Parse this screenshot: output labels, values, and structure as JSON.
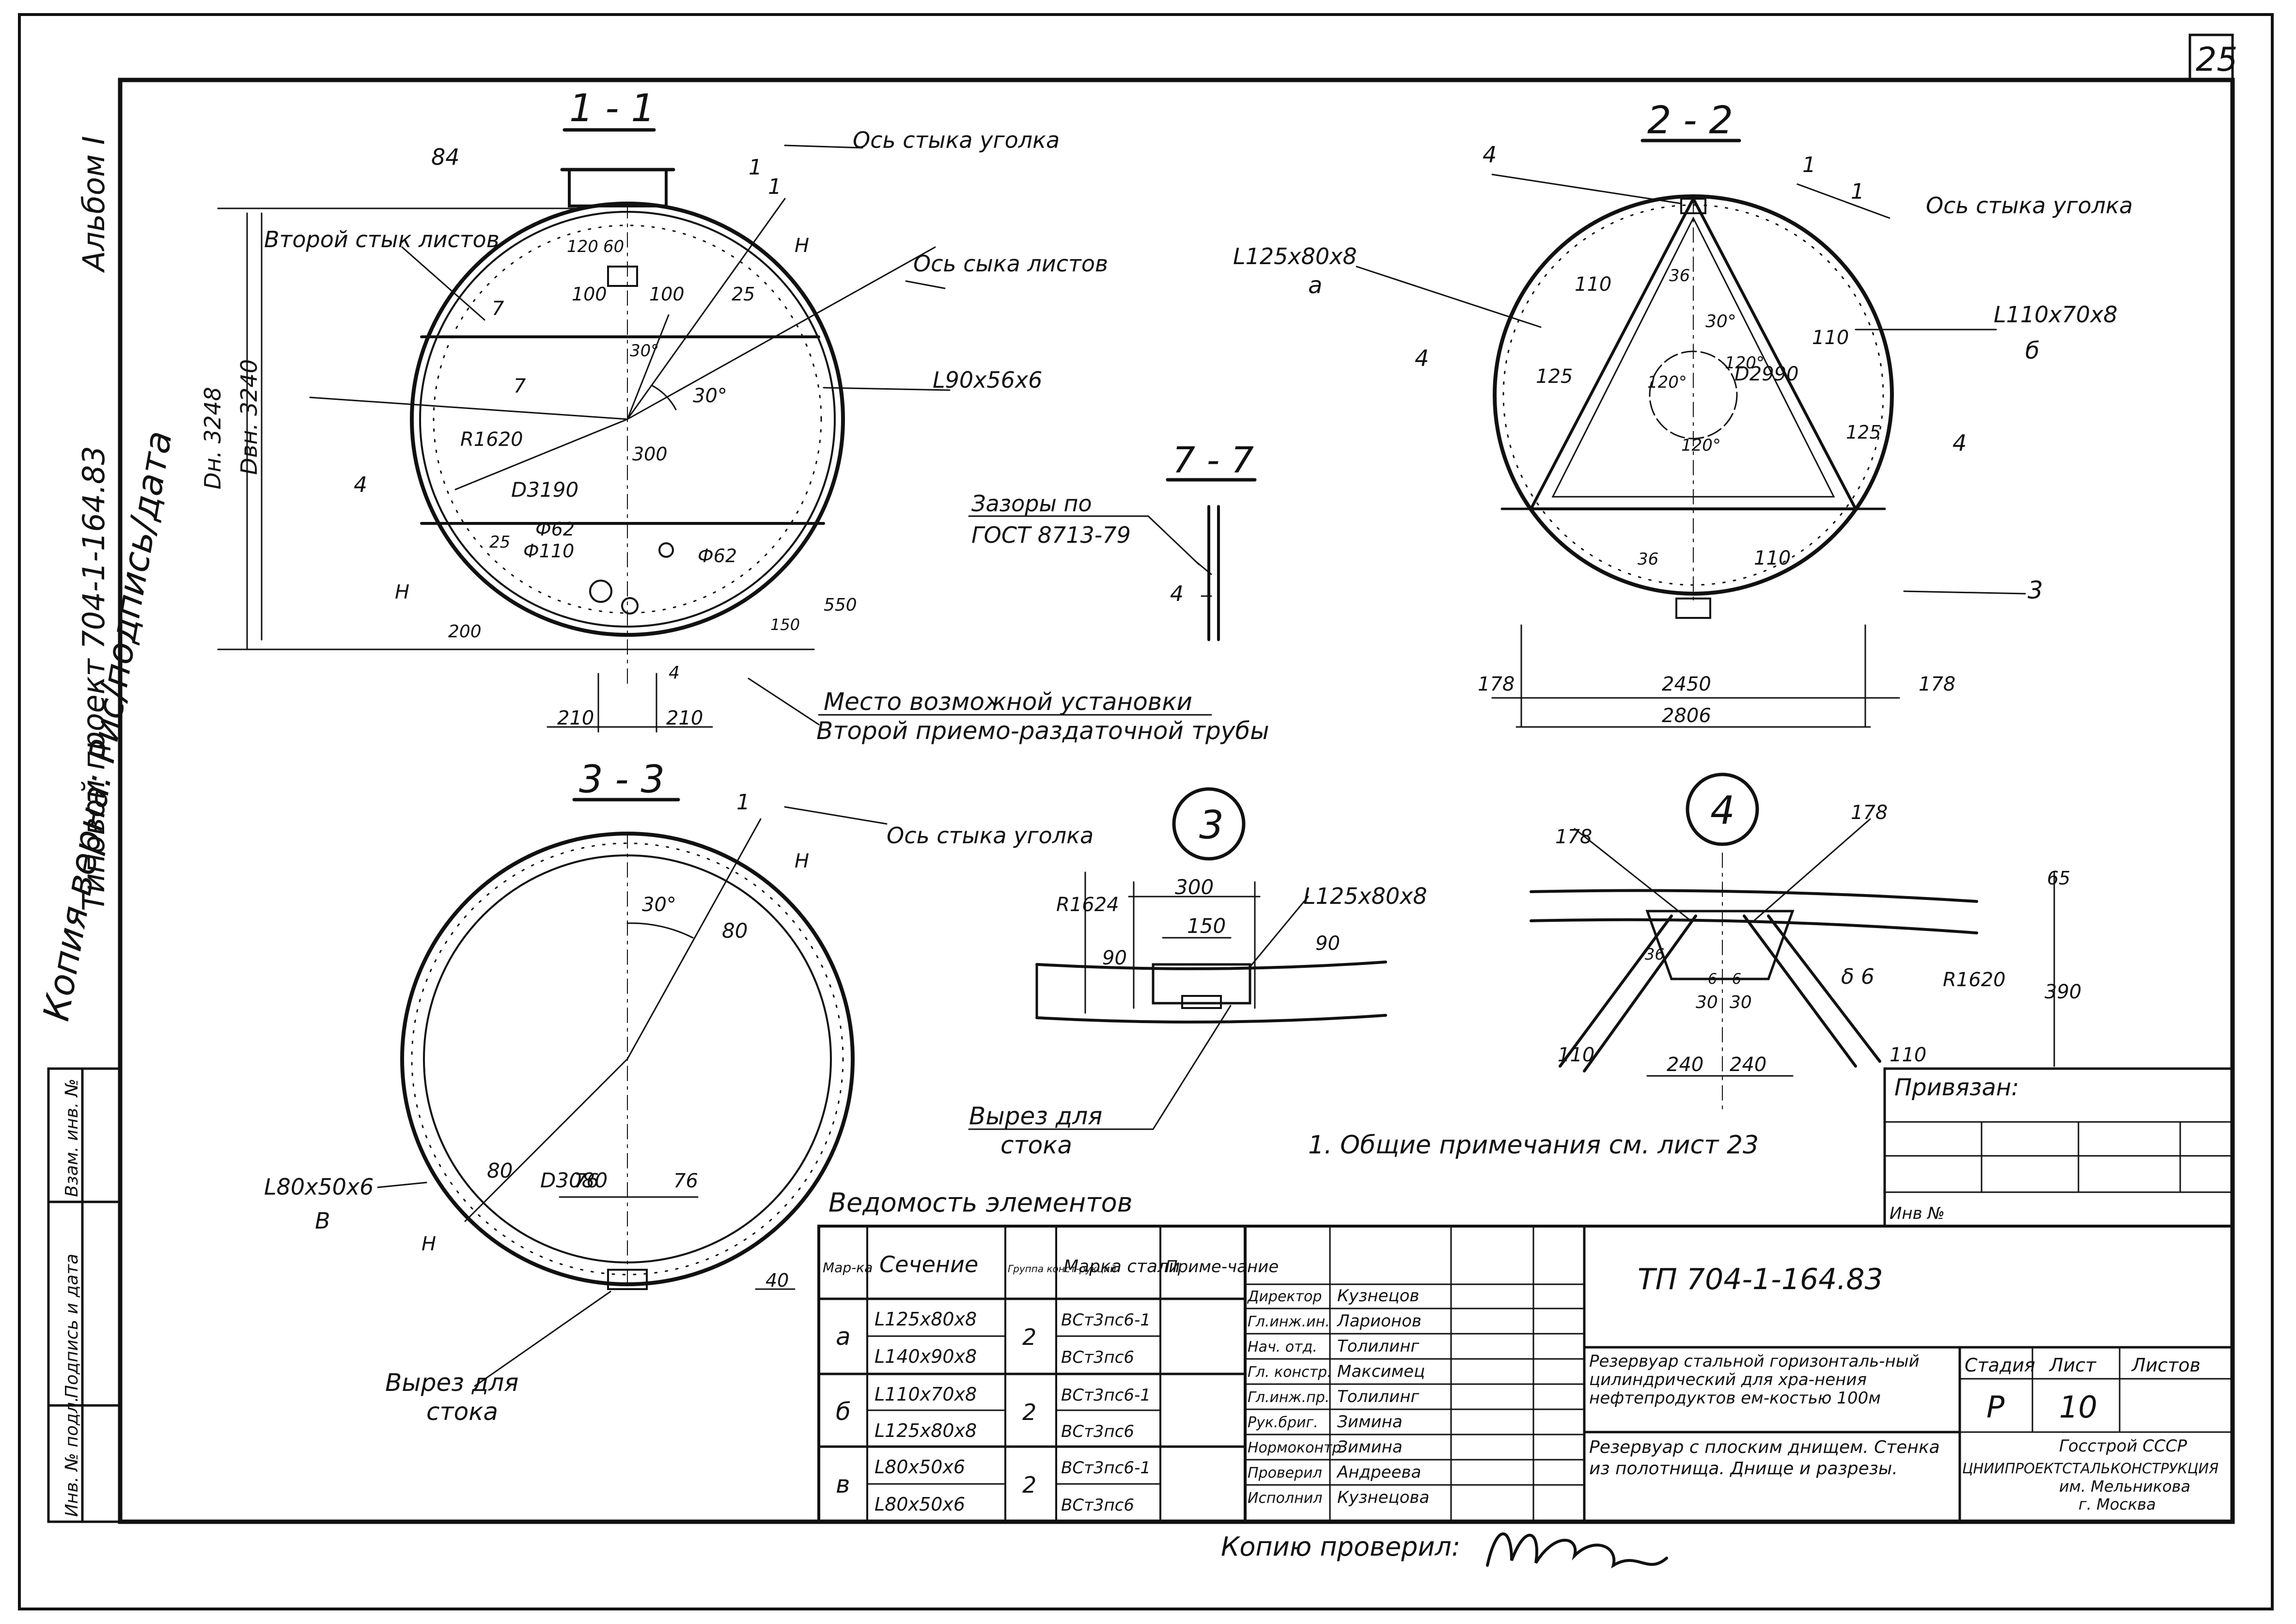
{
  "sheet_number": "25",
  "side_stamp": {
    "copy_line": "Копия верна: Рис/подпись/дата",
    "project_line": "Типовой проект 704-1-164.83",
    "album": "Альбом I"
  },
  "left_strip": {
    "inv_original": "Инв. № подл.",
    "sign_date": "Подпись и дата",
    "replace_inv": "Взам. инв. №"
  },
  "section_1_1": {
    "title": "1 - 1",
    "labels": {
      "second_seam": "Второй стык листов",
      "angle_axis": "Ось стыка уголка",
      "sheet_axis": "Ось сыка листов",
      "profile": "L90x56x6",
      "radius": "R1620",
      "diameter": "D3190",
      "outer_d": "Dн. 3248",
      "inner_d": "Dвн. 3240",
      "phi62a": "Ф62",
      "phi62b": "Ф62",
      "phi110": "Ф110",
      "dim84": "84",
      "dim120": "120",
      "dim60": "60",
      "dim100a": "100",
      "dim100b": "100",
      "dim25a": "25",
      "dim25b": "25",
      "dim300": "300",
      "dim200": "200",
      "dim550": "550",
      "dim150": "150",
      "dim210a": "210",
      "dim210b": "210",
      "ang30a": "30°",
      "ang30b": "30°",
      "mark1a": "1",
      "mark1b": "1",
      "mark4a": "4",
      "mark4b": "4",
      "markHa": "H",
      "markHb": "H",
      "mark7a": "7",
      "mark7b": "7",
      "place_1": "Место возможной установки",
      "place_2": "Второй приемо-раздаточной трубы"
    }
  },
  "section_2_2": {
    "title": "2 - 2",
    "labels": {
      "angle_a": "L125x80x8",
      "mark_a": "a",
      "angle_b": "L110x70x8",
      "mark_b": "б",
      "angle_axis": "Ось стыка уголка",
      "diameter": "D2990",
      "dim110a": "110",
      "dim110b": "110",
      "dim110c": "110",
      "dim125a": "125",
      "dim125b": "125",
      "dim36a": "36",
      "dim36b": "36",
      "ang120a": "120°",
      "ang120b": "120°",
      "ang120c": "120°",
      "ang30": "30°",
      "dim178a": "178",
      "dim2450": "2450",
      "dim178b": "178",
      "dim2806": "2806",
      "mark4a": "4",
      "mark4b": "4",
      "mark4c": "4",
      "mark1a": "1",
      "mark1b": "1",
      "mark3": "3"
    }
  },
  "section_7_7": {
    "title": "7 - 7",
    "gap_1": "Зазоры по",
    "gap_2": "ГОСТ 8713-79",
    "mark4": "4"
  },
  "section_3_3": {
    "title": "3 - 3",
    "labels": {
      "angle_axis": "Ось стыка уголка",
      "diameter": "D3080",
      "ang30": "30°",
      "dim80a": "80",
      "dim80b": "80",
      "dim76a": "76",
      "dim76b": "76",
      "dim40": "40",
      "profile": "L80x50x6",
      "mark_v": "В",
      "cut_1": "Вырез для",
      "cut_2": "стока",
      "mark1": "1",
      "markHa": "H",
      "markHb": "H"
    }
  },
  "node_3": {
    "number": "3",
    "radius": "R1624",
    "profile": "L125x80x8",
    "dim300": "300",
    "dim150": "150",
    "dim90a": "90",
    "dim90b": "90",
    "cut_1": "Вырез для",
    "cut_2": "стока"
  },
  "node_4": {
    "number": "4",
    "dim178a": "178",
    "dim178b": "178",
    "dim65": "65",
    "radius": "R1620",
    "dim390": "390",
    "dim110a": "110",
    "dim110b": "110",
    "dim240a": "240",
    "dim240b": "240",
    "ang30a": "30",
    "ang30b": "30",
    "dim36": "36",
    "dim6a": "6",
    "dim6b": "6",
    "delta": "δ 6"
  },
  "note": "1. Общие примечания см. лист 23",
  "binding": {
    "title": "Привязан:",
    "inv": "Инв №"
  },
  "elements_table": {
    "title": "Ведомость элементов",
    "headers": [
      "Мар-ка",
      "Сечение",
      "Группа конст-рукций",
      "Марка стали",
      "Приме-чание"
    ],
    "rows": [
      {
        "mark": "а",
        "sections": [
          "L125x80x8",
          "L140x90x8"
        ],
        "group": "2",
        "steel": [
          "ВСт3пс6-1",
          "ВСт3пс6"
        ]
      },
      {
        "mark": "б",
        "sections": [
          "L110x70x8",
          "L125x80x8"
        ],
        "group": "2",
        "steel": [
          "ВСт3пс6-1",
          "ВСт3пс6"
        ]
      },
      {
        "mark": "в",
        "sections": [
          "L80x50x6",
          "L80x50x6"
        ],
        "group": "2",
        "steel": [
          "ВСт3пс6-1",
          "ВСт3пс6"
        ]
      }
    ]
  },
  "title_block": {
    "code": "ТП 704-1-164.83",
    "staff": [
      {
        "role": "Директор",
        "name": "Кузнецов"
      },
      {
        "role": "Гл.инж.ин.",
        "name": "Ларионов"
      },
      {
        "role": "Нач. отд.",
        "name": "Толилинг"
      },
      {
        "role": "Гл. констр.",
        "name": "Максимец"
      },
      {
        "role": "Гл.инж.пр.",
        "name": "Толилинг"
      },
      {
        "role": "Рук.бриг.",
        "name": "Зимина"
      },
      {
        "role": "Нормоконтр.",
        "name": "Зимина"
      },
      {
        "role": "Проверил",
        "name": "Андреева"
      },
      {
        "role": "Исполнил",
        "name": "Кузнецова"
      }
    ],
    "description_1": "Резервуар стальной горизонталь-ный цилиндрический для хра-нения нефтепродуктов ем-костью 100м",
    "description_2": "Резервуар с плоским днищем. Стенка из полотнища. Днище и разрезы.",
    "stage_label": "Стадия",
    "sheet_label": "Лист",
    "sheets_label": "Листов",
    "stage": "Р",
    "sheet": "10",
    "sheets": "",
    "org_1": "Госстрой СССР",
    "org_2": "ЦНИИПРОЕКТСТАЛЬКОНСТРУКЦИЯ",
    "org_3": "им. Мельникова",
    "org_4": "г. Москва"
  },
  "copy_checked": "Копию проверил:"
}
